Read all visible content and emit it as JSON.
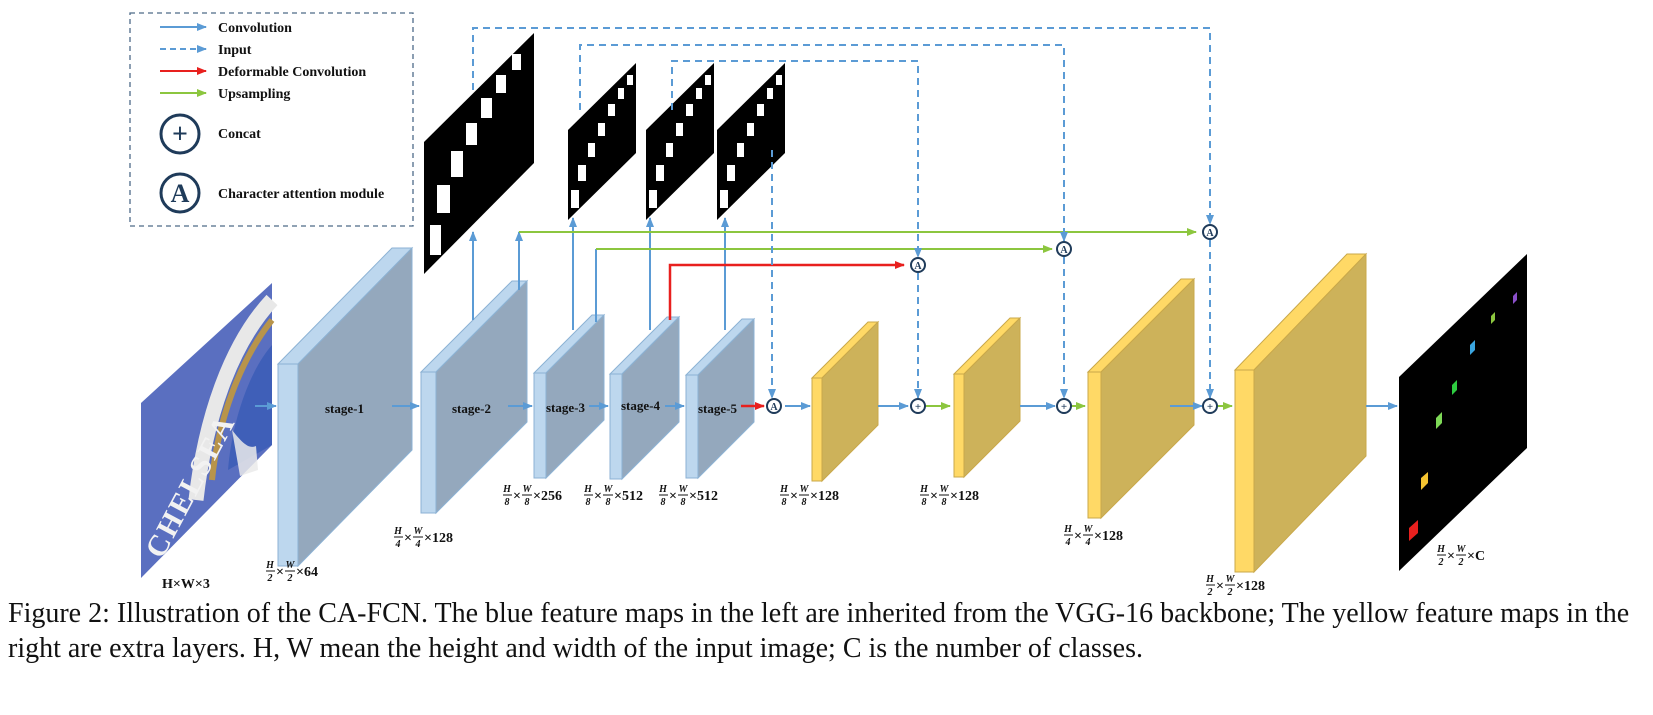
{
  "legend": {
    "items": [
      {
        "label": "Convolution",
        "style": "solid",
        "color": "#5b9bd5"
      },
      {
        "label": "Input",
        "style": "dashed",
        "color": "#5b9bd5"
      },
      {
        "label": "Deformable Convolution",
        "style": "solid",
        "color": "#e8201e"
      },
      {
        "label": "Upsampling",
        "style": "solid",
        "color": "#8cc63f"
      }
    ],
    "concat_label": "Concat",
    "concat_symbol": "+",
    "attention_label": "Character attention module",
    "attention_symbol": "A"
  },
  "input_label": "H×W×3",
  "input_text": "CHELSEA",
  "stages": [
    "stage-1",
    "stage-2",
    "stage-3",
    "stage-4",
    "stage-5"
  ],
  "dims": [
    {
      "num": "H",
      "den": "2",
      "num2": "W",
      "den2": "2",
      "suffix": "×64"
    },
    {
      "num": "H",
      "den": "4",
      "num2": "W",
      "den2": "4",
      "suffix": "×128"
    },
    {
      "num": "H",
      "den": "8",
      "num2": "W",
      "den2": "8",
      "suffix": "×256"
    },
    {
      "num": "H",
      "den": "8",
      "num2": "W",
      "den2": "8",
      "suffix": "×512"
    },
    {
      "num": "H",
      "den": "8",
      "num2": "W",
      "den2": "8",
      "suffix": "×512"
    },
    {
      "num": "H",
      "den": "8",
      "num2": "W",
      "den2": "8",
      "suffix": "×128"
    },
    {
      "num": "H",
      "den": "8",
      "num2": "W",
      "den2": "8",
      "suffix": "×128"
    },
    {
      "num": "H",
      "den": "4",
      "num2": "W",
      "den2": "4",
      "suffix": "×128"
    },
    {
      "num": "H",
      "den": "2",
      "num2": "W",
      "den2": "2",
      "suffix": "×128"
    },
    {
      "num": "H",
      "den": "2",
      "num2": "W",
      "den2": "2",
      "suffix": "×C"
    }
  ],
  "colors": {
    "conv": "#5b9bd5",
    "deform": "#e8201e",
    "upsample": "#8cc63f",
    "blue_front": "#bdd7ee",
    "blue_side": "#94a8bd",
    "yellow_front": "#ffd966",
    "yellow_side": "#cdb25a",
    "node_stroke": "#1f3b5a"
  },
  "caption": "Figure 2: Illustration of the CA-FCN. The blue feature maps in the left are inherited from the VGG-16 backbone; The yellow feature maps in the right are extra layers. H, W mean the height and width of the input image; C is the number of classes."
}
